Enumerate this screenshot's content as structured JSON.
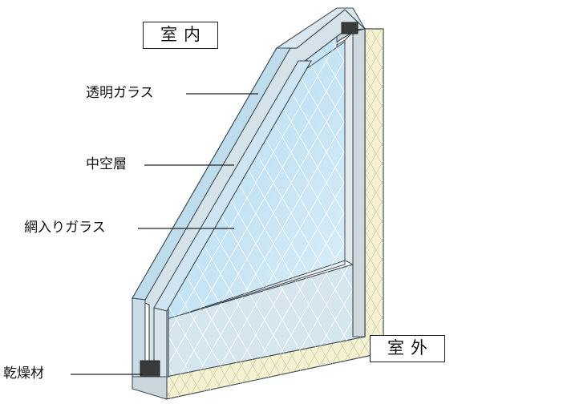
{
  "labels": {
    "indoor": "室内",
    "outdoor": "室外",
    "clear_glass": "透明ガラス",
    "air_layer": "中空層",
    "wired_glass": "網入りガラス",
    "desiccant": "乾燥材"
  },
  "colors": {
    "glass_face": "#cfe7f5",
    "glass_edge": "#b9dcef",
    "glass_outline": "#3f4d57",
    "frame": "#c8d1d7",
    "spacer_dark": "#3a3a3a",
    "sealant": "#f5f2d3",
    "leader_line": "#222222"
  }
}
